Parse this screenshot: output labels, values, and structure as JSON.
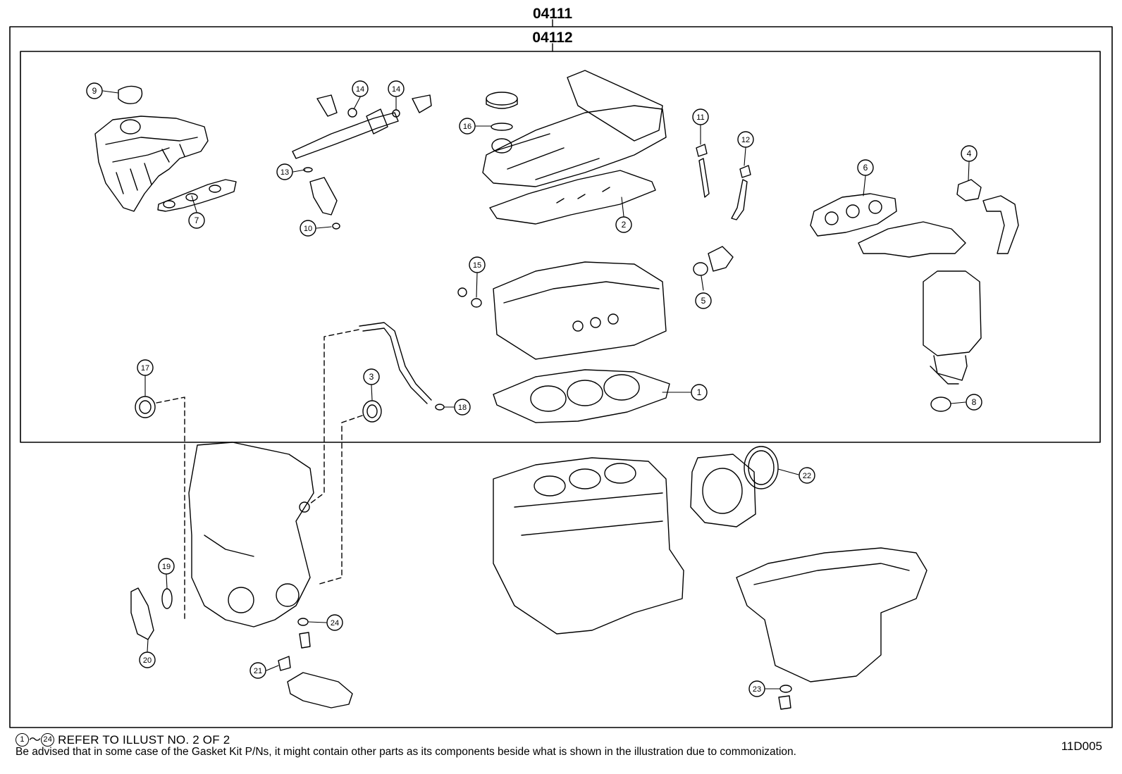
{
  "header": {
    "outer_kit_code": "04111",
    "inner_kit_code": "04112"
  },
  "callouts": [
    {
      "id": "c1",
      "label": "1"
    },
    {
      "id": "c2",
      "label": "2"
    },
    {
      "id": "c3",
      "label": "3"
    },
    {
      "id": "c4",
      "label": "4"
    },
    {
      "id": "c5",
      "label": "5"
    },
    {
      "id": "c6",
      "label": "6"
    },
    {
      "id": "c7",
      "label": "7"
    },
    {
      "id": "c8",
      "label": "8"
    },
    {
      "id": "c9",
      "label": "9"
    },
    {
      "id": "c10",
      "label": "10"
    },
    {
      "id": "c11",
      "label": "11"
    },
    {
      "id": "c12",
      "label": "12"
    },
    {
      "id": "c13",
      "label": "13"
    },
    {
      "id": "c14a",
      "label": "14"
    },
    {
      "id": "c14b",
      "label": "14"
    },
    {
      "id": "c15",
      "label": "15"
    },
    {
      "id": "c16",
      "label": "16"
    },
    {
      "id": "c17",
      "label": "17"
    },
    {
      "id": "c18",
      "label": "18"
    },
    {
      "id": "c19",
      "label": "19"
    },
    {
      "id": "c20",
      "label": "20"
    },
    {
      "id": "c21",
      "label": "21"
    },
    {
      "id": "c22",
      "label": "22"
    },
    {
      "id": "c23",
      "label": "23"
    },
    {
      "id": "c24",
      "label": "24"
    }
  ],
  "footer": {
    "range_start": "1",
    "range_tilde": "～",
    "range_end": "24",
    "refer_text": "REFER TO ILLUST NO. 2 OF 2",
    "advisory": "Be advised that in some case of the Gasket Kit P/Ns,  it might contain other parts as its components beside what is shown in the illustration due to commonization.",
    "illustration_id": "11D005"
  }
}
